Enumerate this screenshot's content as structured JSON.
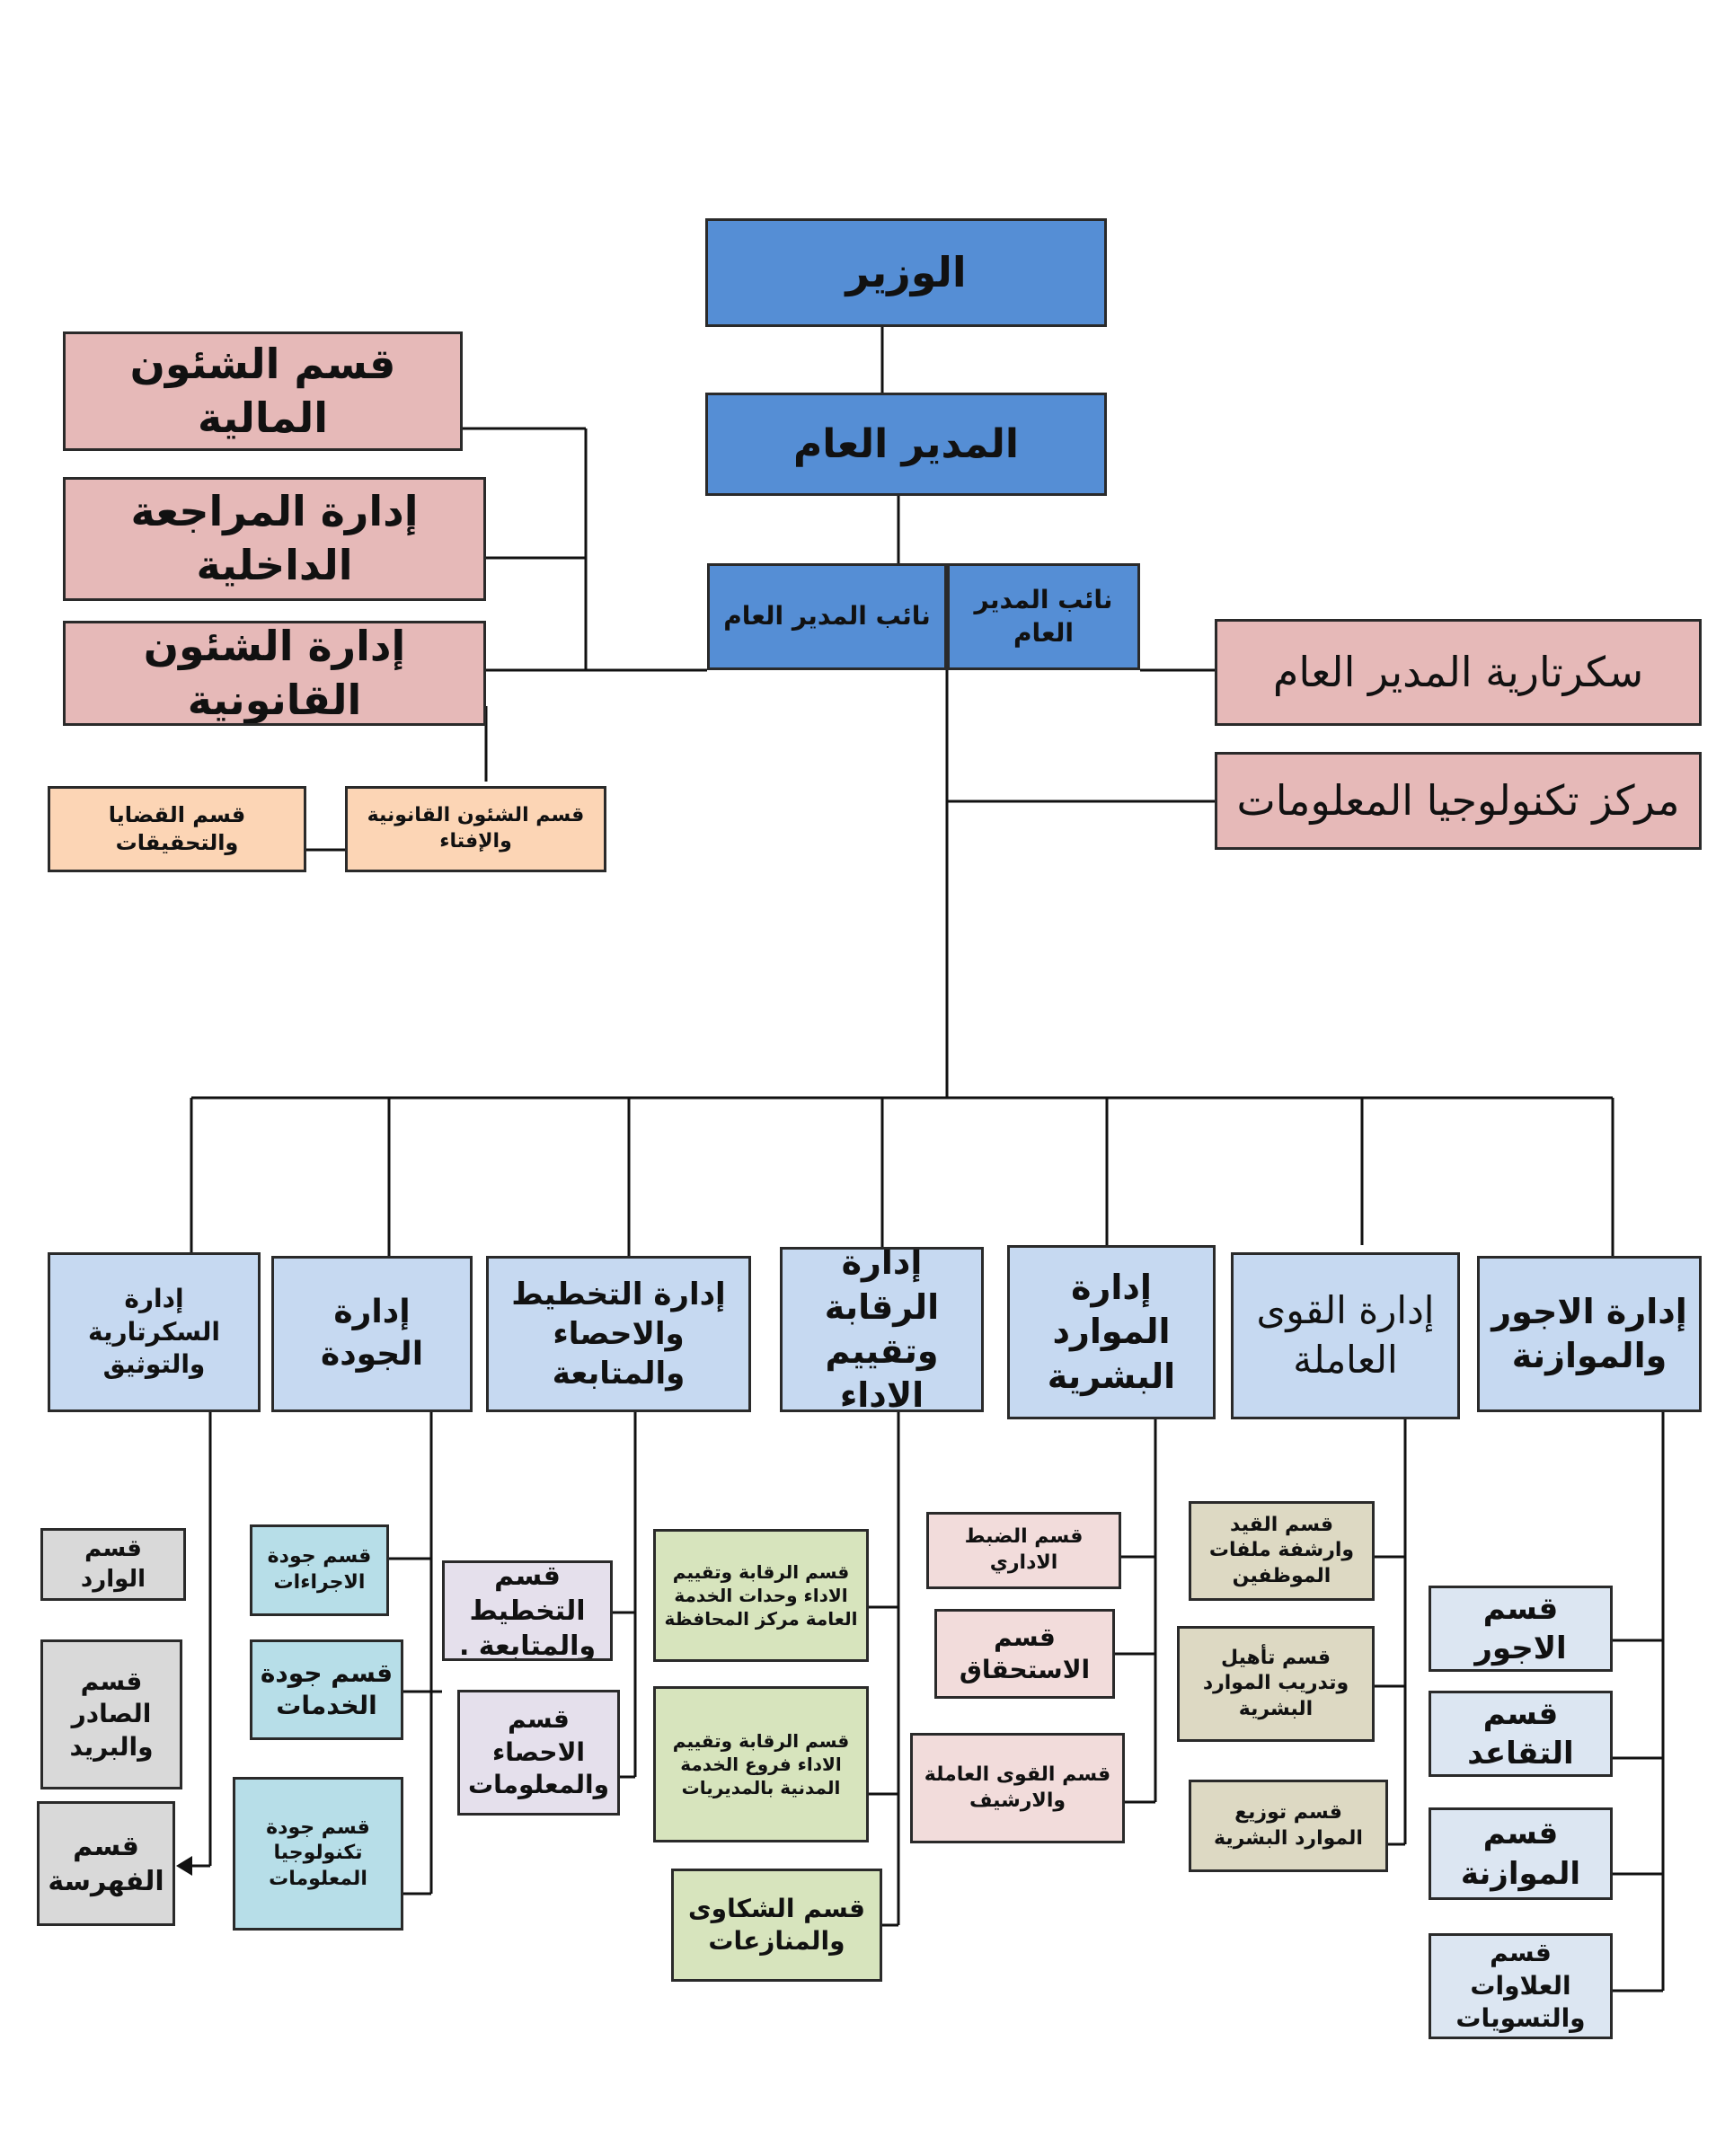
{
  "top": {
    "minister": "الوزير",
    "director_general": "المدير العام",
    "deputy_1": "نائب المدير العام",
    "deputy_2": "نائب المدير العام"
  },
  "left_units": {
    "finance": "قسم الشئون المالية",
    "audit": "إدارة المراجعة الداخلية",
    "legal": "إدارة الشئون القانونية",
    "legal_affairs_dept": "قسم الشئون القانونية والإفتاء",
    "cases_dept": "قسم القضايا والتحقيقات"
  },
  "right_units": {
    "secretariat": "سكرتارية المدير العام",
    "it_center": "مركز تكنولوجيا المعلومات"
  },
  "departments": [
    {
      "label": "إدارة الاجور والموازنة",
      "sections": [
        "قسم الاجور",
        "قسم التقاعد",
        "قسم الموازنة",
        "قسم العلاوات والتسويات"
      ]
    },
    {
      "label": "إدارة القوى العاملة",
      "sections": [
        "قسم القيد وارشفة ملفات الموظفين",
        "قسم تأهيل وتدريب الموارد البشرية",
        "قسم توزيع الموارد البشرية"
      ]
    },
    {
      "label": "إدارة الموارد البشرية",
      "sections": [
        "قسم الضبط الاداري",
        "قسم الاستحقاق",
        "قسم القوى العاملة والارشيف"
      ]
    },
    {
      "label": "إدارة الرقابة وتقييم الاداء",
      "sections": [
        "قسم الرقابة وتقييم الاداء وحدات الخدمة العامة مركز المحافظة",
        "قسم الرقابة وتقييم الاداء فروع الخدمة المدنية بالمديريات",
        "قسم الشكاوى والمنازعات"
      ]
    },
    {
      "label": "إدارة التخطيط والاحصاء والمتابعة",
      "sections": [
        "قسم التخطيط والمتابعة .",
        "قسم الاحصاء والمعلومات"
      ]
    },
    {
      "label": "إدارة الجودة",
      "sections": [
        "قسم جودة الاجراءات",
        "قسم جودة الخدمات",
        "قسم جودة تكنولوجيا المعلومات"
      ]
    },
    {
      "label": "إدارة السكرتارية والتوثيق",
      "sections": [
        "قسم الوارد",
        "قسم الصادر والبريد",
        "قسم الفهرسة"
      ]
    }
  ]
}
